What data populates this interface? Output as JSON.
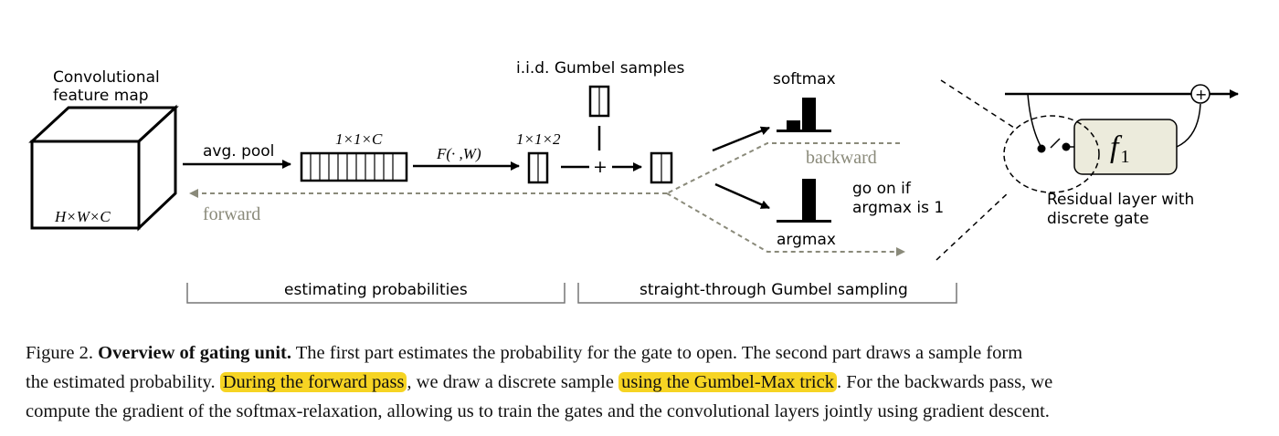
{
  "diagram": {
    "feature_map_label": [
      "Convolutional",
      "feature map"
    ],
    "cube_dims": "H×W×C",
    "avg_pool": "avg. pool",
    "vector_dims": "1×1×C",
    "func_label": "F(· ,W)",
    "out_dims": "1×1×2",
    "gumbel_label": "i.i.d. Gumbel samples",
    "plus": "+",
    "softmax": "softmax",
    "argmax": "argmax",
    "backward": "backward",
    "forward": "forward",
    "go_on": [
      "go on if",
      "argmax is 1"
    ],
    "f1": "f",
    "f1_sub": "1",
    "residual_label": [
      "Residual layer with",
      "discrete gate"
    ],
    "bracket_left": "estimating probabilities",
    "bracket_right": "straight-through Gumbel sampling"
  },
  "caption": {
    "fig_num": "Figure 2.",
    "bold_title": "Overview of gating unit.",
    "line1_rest": "The first part estimates the probability for the gate to open. The second part draws a sample form",
    "line2_a": "the estimated probability.",
    "line2_hl1": "During the forward pass",
    "line2_b": ", we draw a discrete sample",
    "line2_hl2": "using the Gumbel-Max trick",
    "line2_c": ". For the backwards pass, we",
    "line3": "compute the gradient of the softmax-relaxation, allowing us to train the gates and the convolutional layers jointly using gradient descent."
  },
  "colors": {
    "highlight": "#f6d423",
    "dashed_path": "#8a8a7a",
    "gate_box": "#ecebdc"
  }
}
